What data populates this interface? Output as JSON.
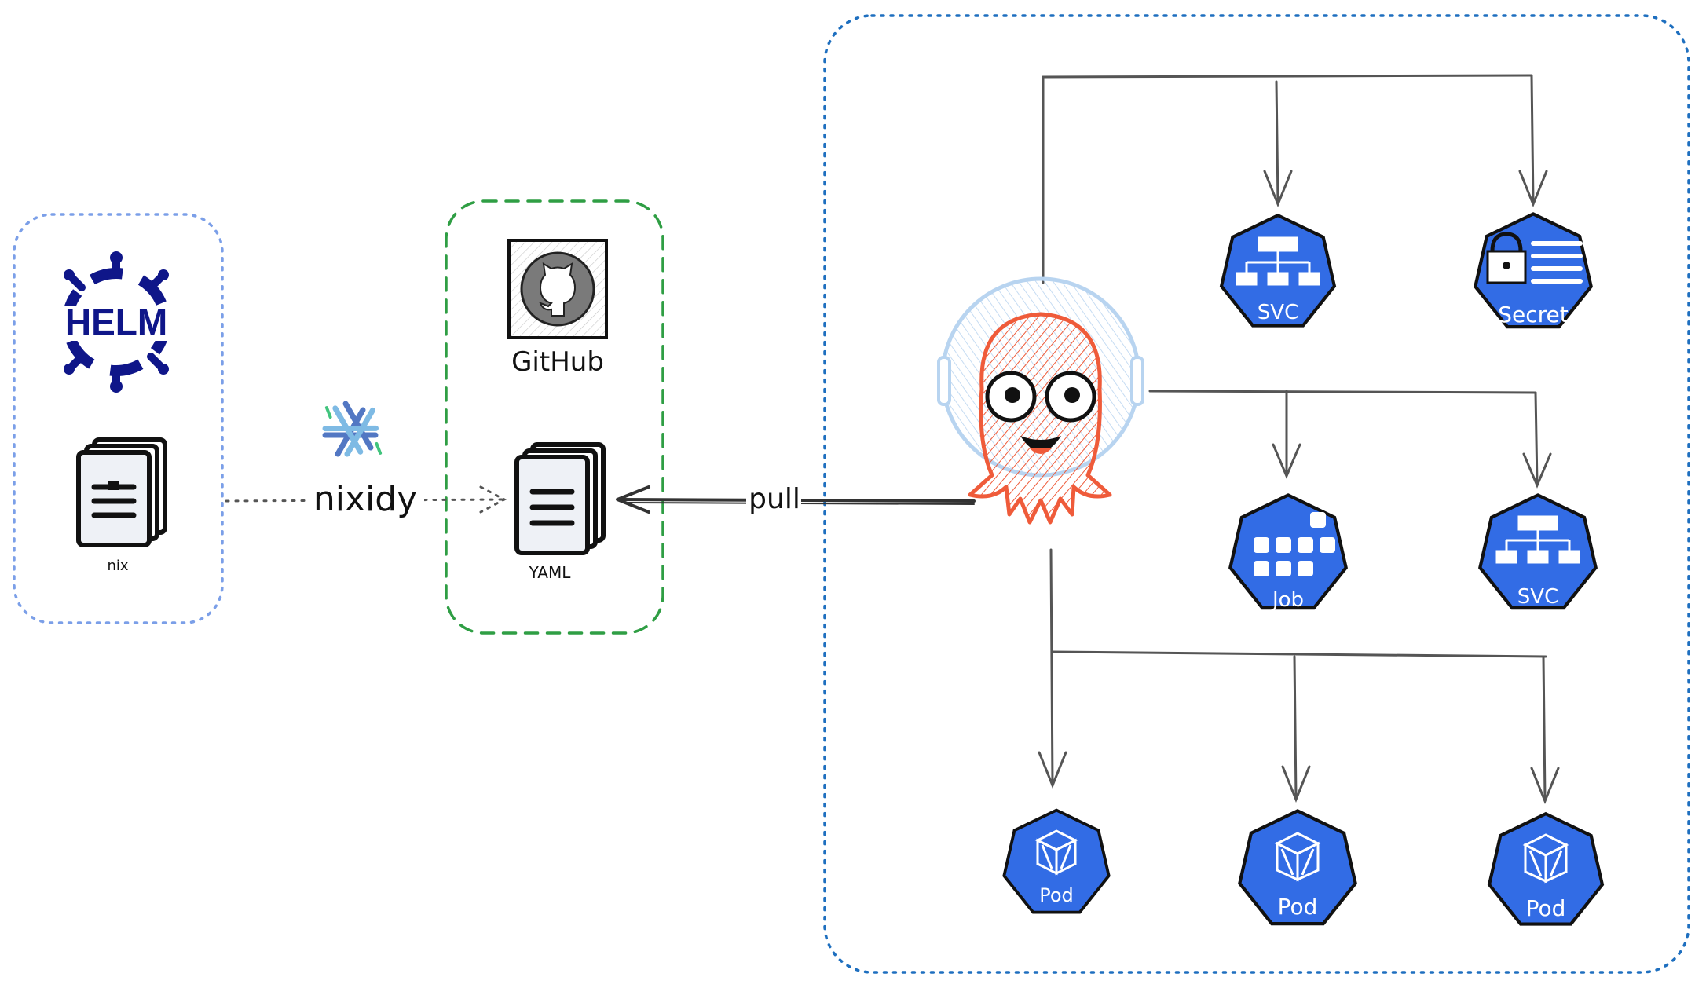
{
  "colors": {
    "kube_blue": "#326ce5",
    "argo_orange": "#ef5b3a",
    "argo_halo": "#b8d4f0",
    "helm_navy": "#0f1689",
    "nix_blue": "#5277c3",
    "nix_green": "#7ebae4",
    "left_box_border": "#7b9fe8",
    "middle_box_border": "#2f9e44",
    "right_box_border": "#1e6fbf",
    "line": "#555555"
  },
  "left_group": {
    "helm_logo_text": "HELM",
    "doc_label": "nix"
  },
  "connector": {
    "label": "nixidy",
    "icon": "nix-snowflake-icon"
  },
  "middle_group": {
    "repo_label": "GitHub",
    "repo_icon": "github-octocat-icon",
    "doc_label": "YAML"
  },
  "pull": {
    "label": "pull"
  },
  "controller": {
    "icon": "argo-octopus-icon"
  },
  "resources": {
    "svc_top": "SVC",
    "secret": "Secret",
    "job": "Job",
    "svc_mid": "SVC",
    "pods": [
      "Pod",
      "Pod",
      "Pod"
    ]
  }
}
